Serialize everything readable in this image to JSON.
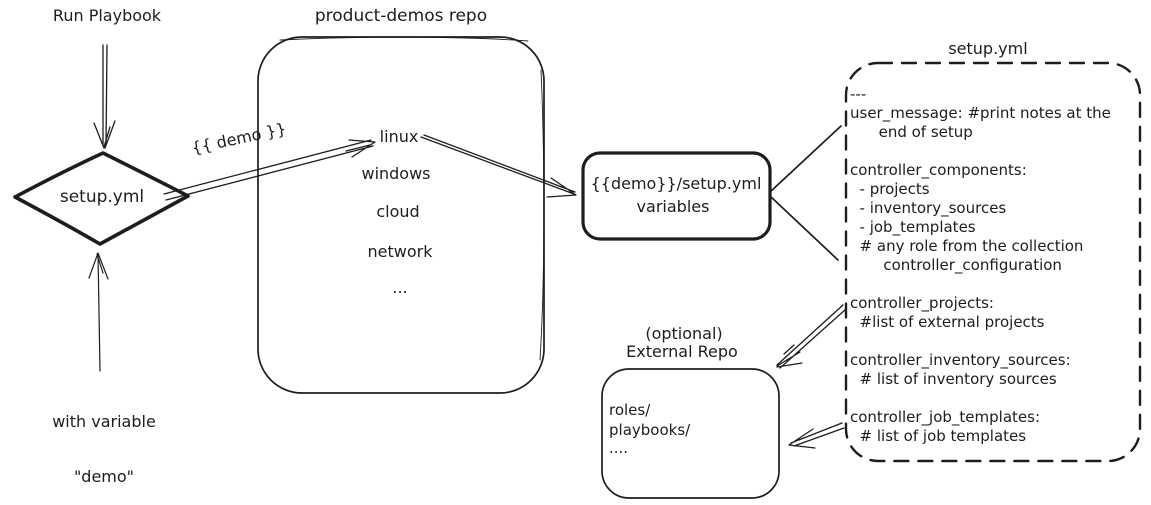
{
  "colors": {
    "ink": "#1d1d1d",
    "background": "#ffffff"
  },
  "left_flow": {
    "run_playbook_label": "Run Playbook",
    "diamond_label": "setup.yml",
    "with_variable_line1": "with variable",
    "with_variable_line2": "\"demo\"",
    "demo_arrow_label": "{{ demo }}"
  },
  "product_demos_repo": {
    "title": "product-demos repo",
    "items": [
      "linux",
      "windows",
      "cloud",
      "network",
      "..."
    ]
  },
  "variables_box": {
    "line1": "{{demo}}/setup.yml",
    "line2": "variables"
  },
  "setup_yml_box": {
    "title": "setup.yml",
    "lines": [
      "---",
      "user_message: #print notes at the",
      "      end of setup",
      "",
      "controller_components:",
      "  - projects",
      "  - inventory_sources",
      "  - job_templates",
      "  # any role from the collection",
      "       controller_configuration",
      "",
      "controller_projects:",
      "  #list of external projects",
      "",
      "controller_inventory_sources:",
      "  # list of inventory sources",
      "",
      "controller_job_templates:",
      "  # list of job templates"
    ]
  },
  "external_repo": {
    "title_line1": "(optional)",
    "title_line2": "External Repo",
    "lines": [
      "roles/",
      "playbooks/",
      "...."
    ]
  }
}
